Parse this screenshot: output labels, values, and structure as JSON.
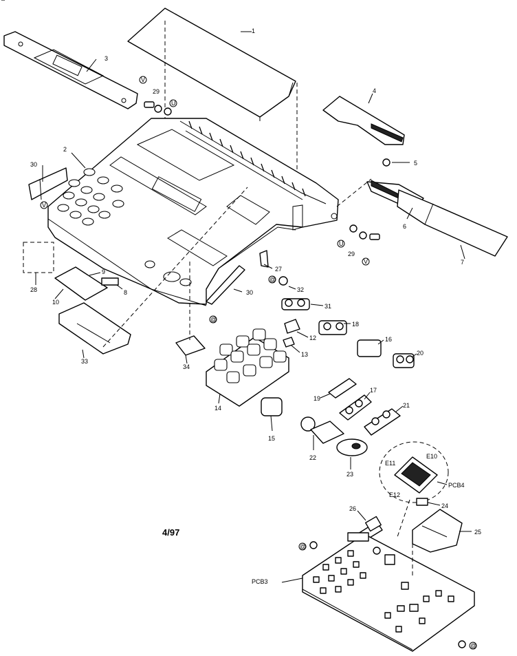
{
  "drawing": {
    "date_code": "4/97",
    "callouts": [
      {
        "id": "c1",
        "text": "1"
      },
      {
        "id": "c2",
        "text": "2"
      },
      {
        "id": "c3",
        "text": "3"
      },
      {
        "id": "c4",
        "text": "4"
      },
      {
        "id": "c5",
        "text": "5"
      },
      {
        "id": "c6",
        "text": "6"
      },
      {
        "id": "c7",
        "text": "7"
      },
      {
        "id": "c8",
        "text": "8"
      },
      {
        "id": "c9",
        "text": "9"
      },
      {
        "id": "c10",
        "text": "10"
      },
      {
        "id": "c12",
        "text": "12"
      },
      {
        "id": "c13",
        "text": "13"
      },
      {
        "id": "c14",
        "text": "14"
      },
      {
        "id": "c15",
        "text": "15"
      },
      {
        "id": "c16",
        "text": "16"
      },
      {
        "id": "c17",
        "text": "17"
      },
      {
        "id": "c18",
        "text": "18"
      },
      {
        "id": "c19",
        "text": "19"
      },
      {
        "id": "c20",
        "text": "20"
      },
      {
        "id": "c21",
        "text": "21"
      },
      {
        "id": "c22",
        "text": "22"
      },
      {
        "id": "c23",
        "text": "23"
      },
      {
        "id": "c24",
        "text": "24"
      },
      {
        "id": "c25",
        "text": "25"
      },
      {
        "id": "c26",
        "text": "26"
      },
      {
        "id": "c27",
        "text": "27"
      },
      {
        "id": "c28",
        "text": "28"
      },
      {
        "id": "c29a",
        "text": "29"
      },
      {
        "id": "c29b",
        "text": "29"
      },
      {
        "id": "c30a",
        "text": "30"
      },
      {
        "id": "c30b",
        "text": "30"
      },
      {
        "id": "c31",
        "text": "31"
      },
      {
        "id": "c32",
        "text": "32"
      },
      {
        "id": "c33",
        "text": "33"
      },
      {
        "id": "c34",
        "text": "34"
      },
      {
        "id": "cPCB3",
        "text": "PCB3"
      },
      {
        "id": "cPCB4",
        "text": "PCB4"
      },
      {
        "id": "cE10",
        "text": "E10"
      },
      {
        "id": "cE11",
        "text": "E11"
      },
      {
        "id": "cE12",
        "text": "E12"
      }
    ],
    "screw_marks": [
      {
        "id": "s1",
        "text": "V"
      },
      {
        "id": "s2",
        "text": "U"
      },
      {
        "id": "s3",
        "text": "V"
      },
      {
        "id": "s4",
        "text": "U"
      },
      {
        "id": "s5",
        "text": "V"
      },
      {
        "id": "s6",
        "text": "@"
      },
      {
        "id": "s7",
        "text": "@"
      },
      {
        "id": "s8",
        "text": "@"
      },
      {
        "id": "s9",
        "text": "@"
      },
      {
        "id": "s10",
        "text": "@"
      }
    ]
  }
}
